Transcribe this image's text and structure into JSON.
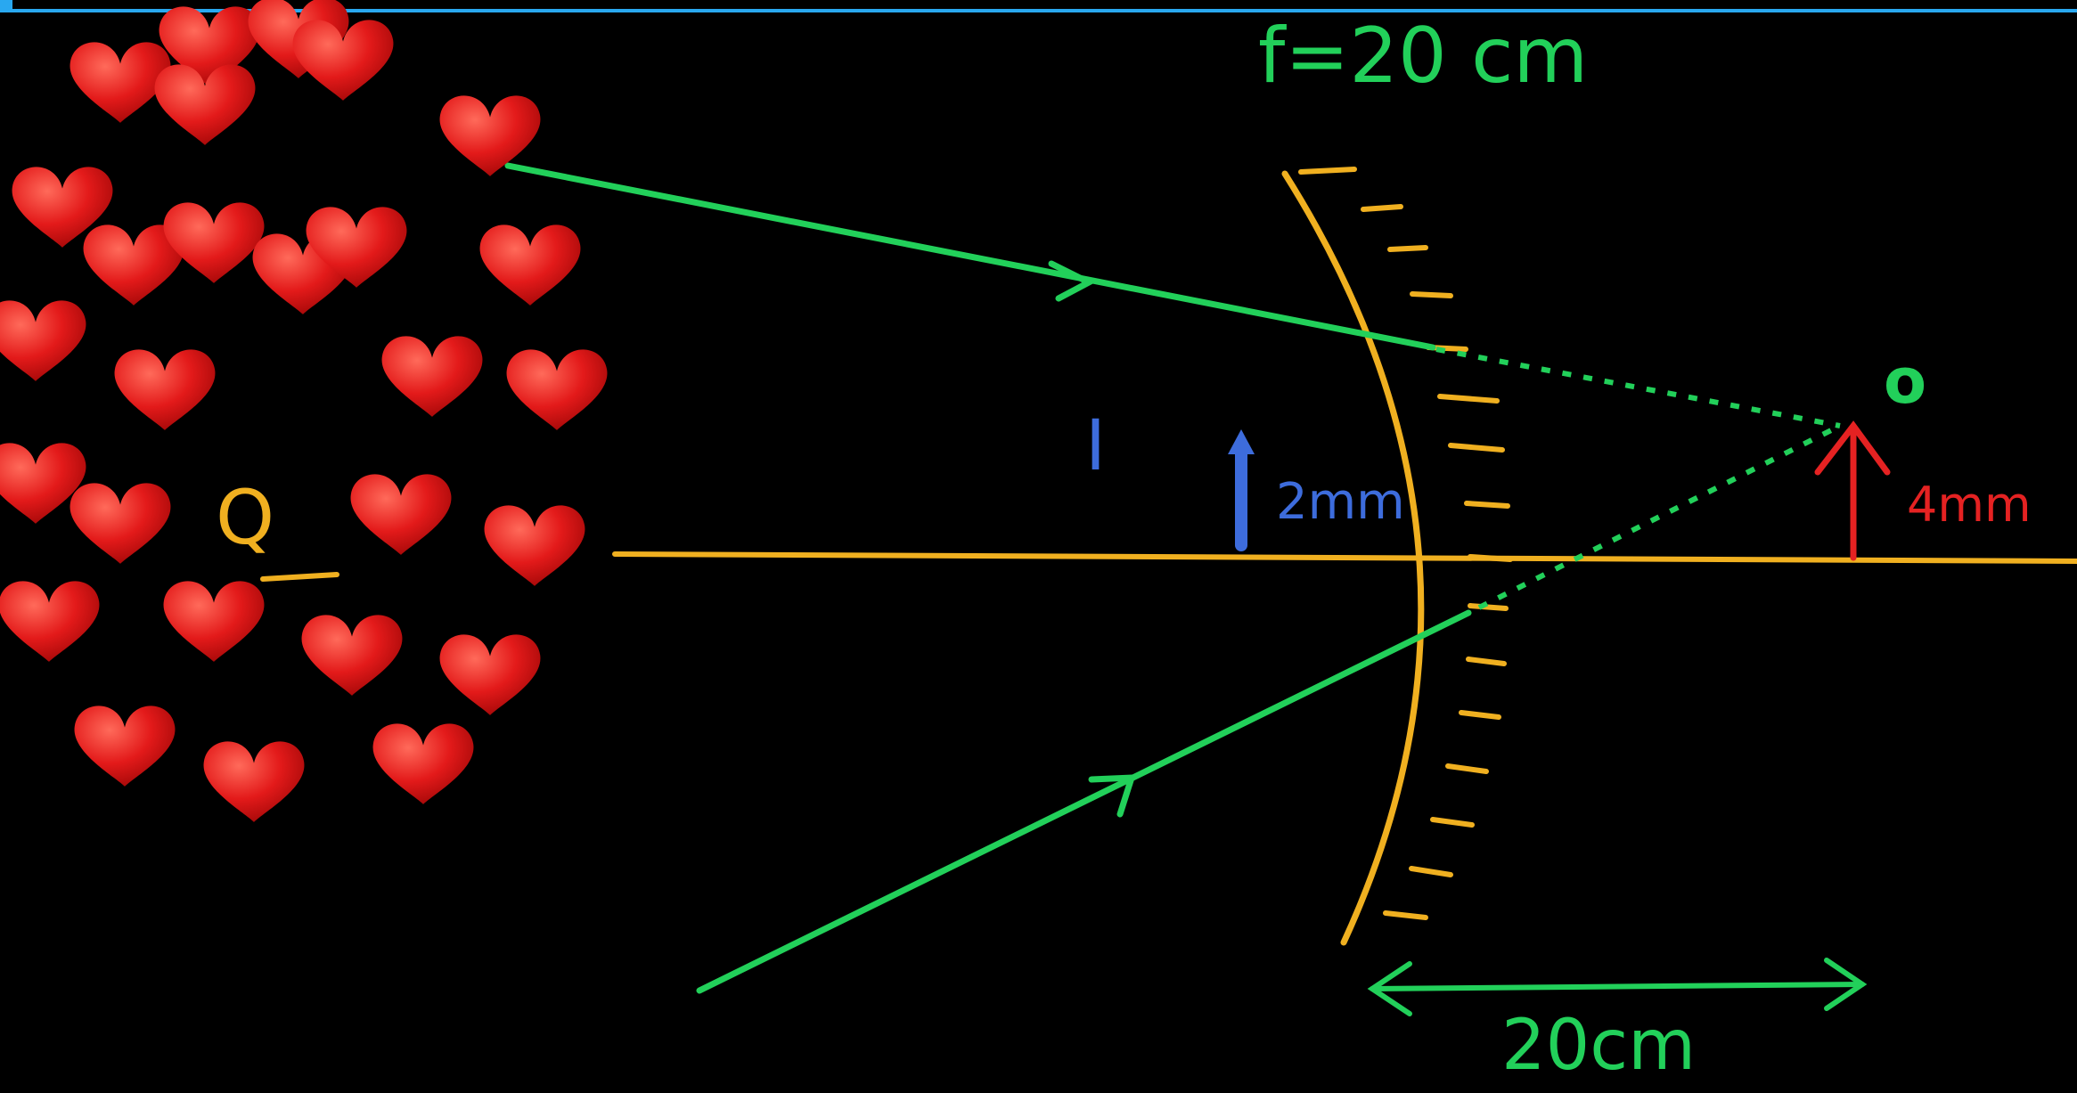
{
  "labels": {
    "focal_length": "f=20 cm",
    "image_marker": "I",
    "image_height": "2mm",
    "object_marker": "o",
    "object_height": "4mm",
    "distance": "20cm",
    "source_marker": "Q"
  },
  "colors": {
    "background": "#000000",
    "top_bar": "#29a8f0",
    "ray": "#22d05a",
    "mirror": "#f0b020",
    "axis": "#f0b020",
    "image_arrow": "#3d6cdc",
    "object_arrow": "#e52222",
    "heart": "#e31a1a"
  },
  "icons": {
    "heart": "heart-icon"
  }
}
